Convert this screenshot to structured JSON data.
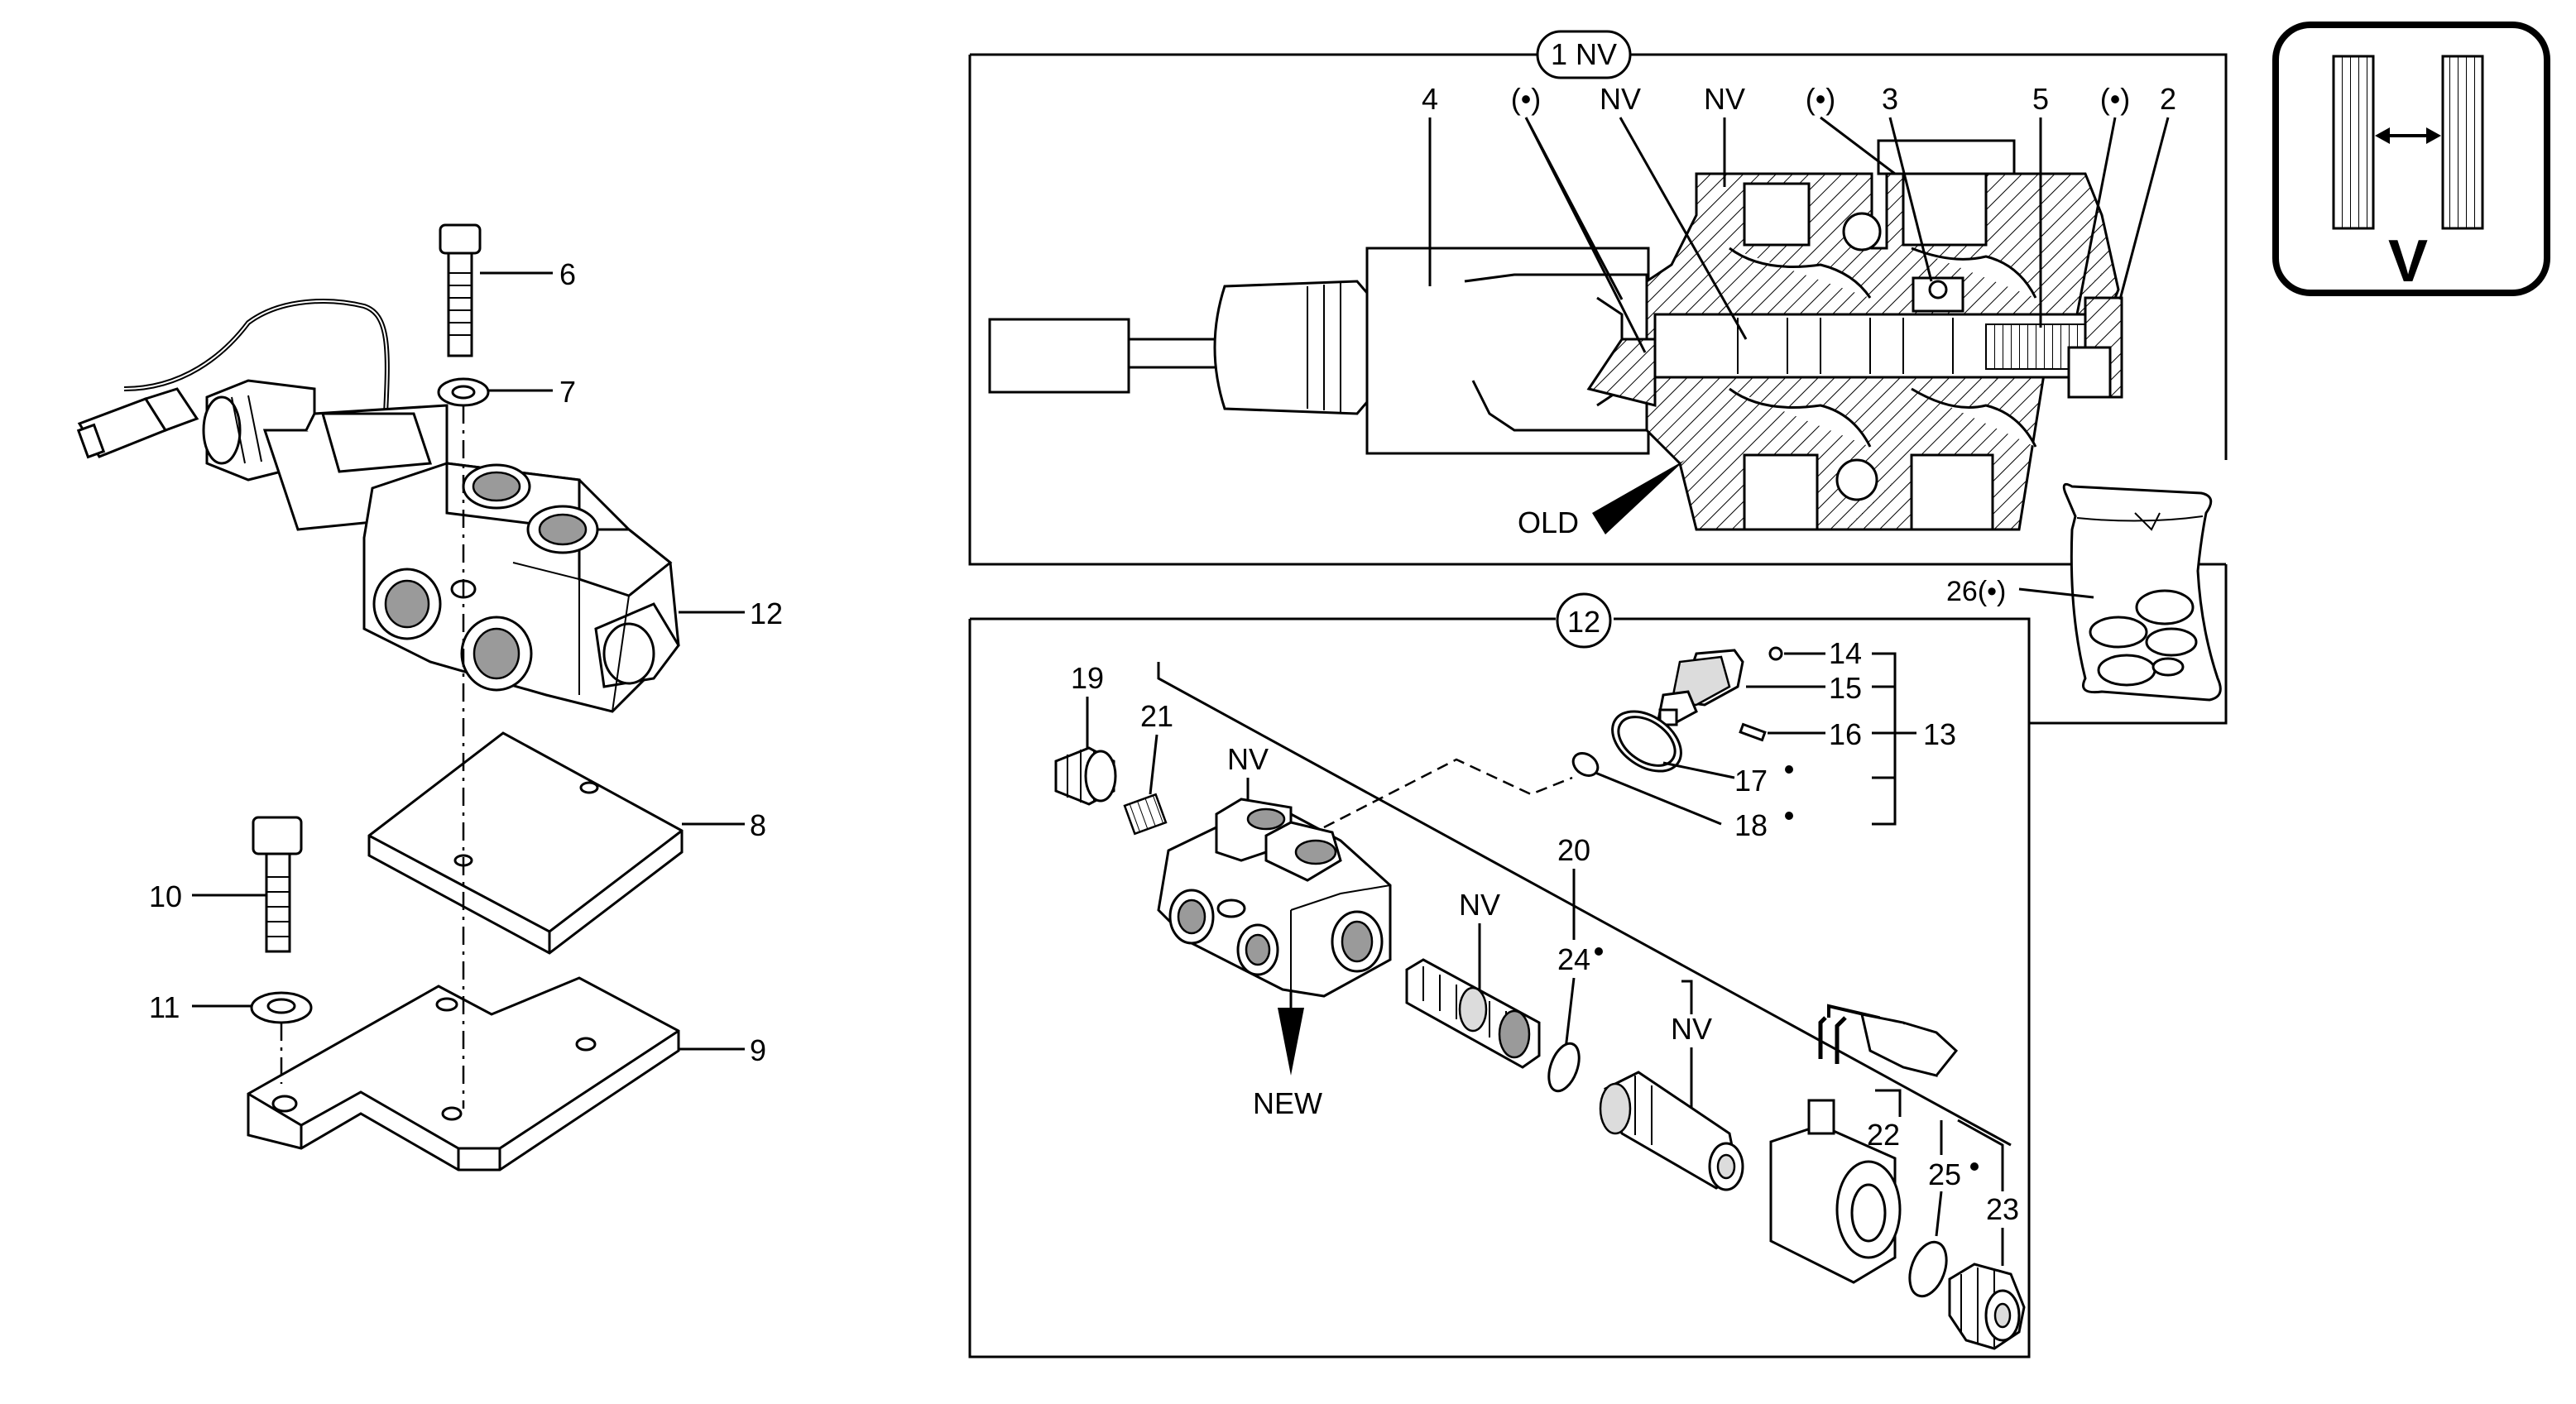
{
  "labels": {
    "l6": "6",
    "l7": "7",
    "l8": "8",
    "l9": "9",
    "l10": "10",
    "l11": "11",
    "l12": "12",
    "nv_box": "1 NV",
    "t4": "4",
    "tdot1": "(•)",
    "tnv1": "NV",
    "tnv2": "NV",
    "tdot2": "(•)",
    "t3": "3",
    "t5": "5",
    "tdot3": "(•)",
    "t2": "2",
    "old": "OLD",
    "v": "V",
    "t26": "26(•)",
    "circle12": "12",
    "t19": "19",
    "t21": "21",
    "tnv3": "NV",
    "new": "NEW",
    "t14": "14",
    "t15": "15",
    "t16": "16",
    "t13": "13",
    "t17": "17",
    "t18": "18",
    "t20": "20",
    "t24": "24",
    "tnv4": "NV",
    "tnv5": "NV",
    "t22": "22",
    "t25": "25",
    "t23": "23"
  },
  "colors": {
    "line": "#000000",
    "background": "#ffffff",
    "shade": "#dcdcdc"
  }
}
